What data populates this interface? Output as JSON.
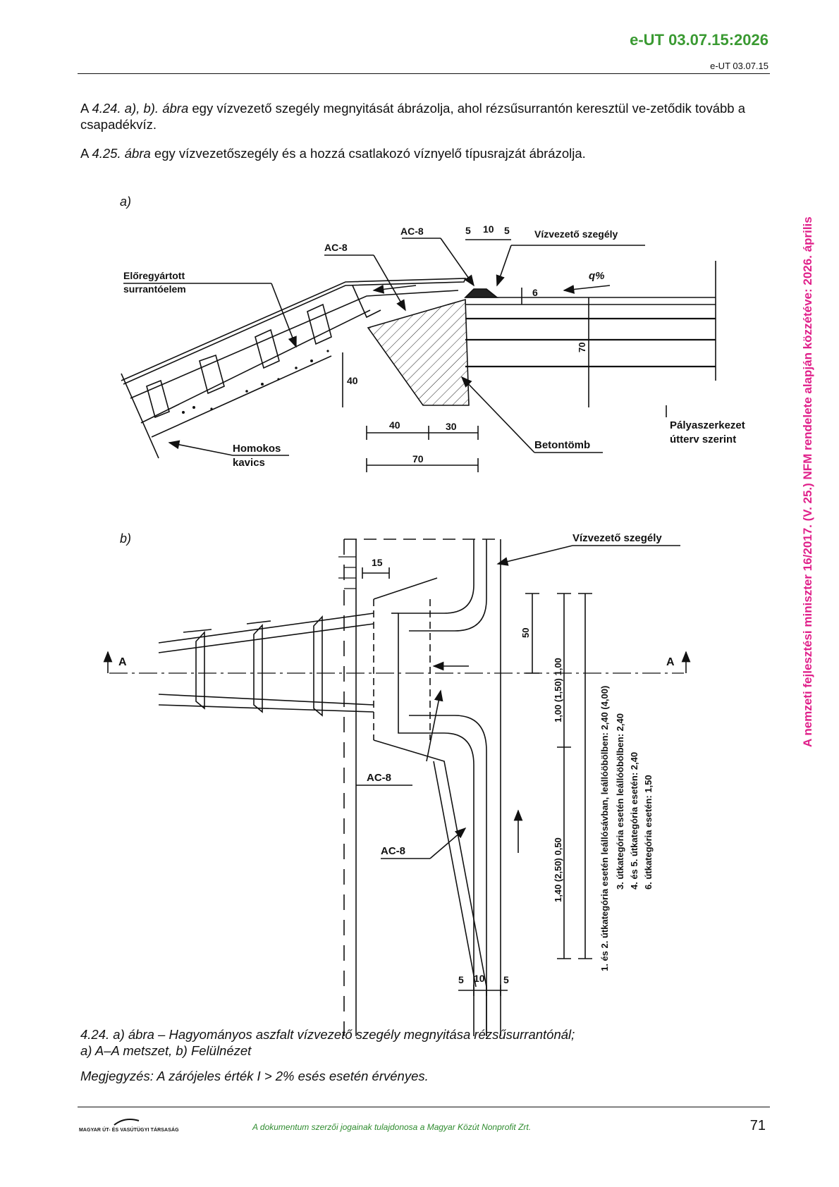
{
  "header": {
    "doc_code": "e-UT 03.07.15:2026",
    "doc_sub": "e-UT 03.07.15"
  },
  "side_note": "A nemzeti fejlesztési miniszter 16/2017. (V. 25.) NFM rendelete alapján közzétéve: 2026. április",
  "intro": {
    "p1_a": "A ",
    "p1_ref": "4.24. a), b). ábra",
    "p1_b": " egy vízvezető szegély megnyitását ábrázolja, ahol rézsűsurrantón keresztül ve-zetődik tovább a csapadékvíz.",
    "p2_a": "A ",
    "p2_ref": "4.25. ábra",
    "p2_b": " egy vízvezetőszegély és a hozzá csatlakozó víznyelő típusrajzát ábrázolja."
  },
  "figure_a": {
    "label": "a)",
    "ac8_top": "AC-8",
    "ac8_left": "AC-8",
    "dim_5a": "5",
    "dim_10": "10",
    "dim_5b": "5",
    "vizvezeto": "Vízvezető szegély",
    "q_percent": "q%",
    "dim_6": "6",
    "eloregyartott_1": "Előregyártott",
    "eloregyartott_2": "surrantóelem",
    "dim_70v": "70",
    "dim_40v": "40",
    "dim_40h": "40",
    "dim_30h": "30",
    "dim_70h": "70",
    "homokos_1": "Homokos",
    "homokos_2": "kavics",
    "betontomb": "Betontömb",
    "palya_1": "Pályaszerkezet",
    "palya_2": "útterv szerint"
  },
  "figure_b": {
    "label": "b)",
    "vizvezeto": "Vízvezető szegély",
    "dim_15": "15",
    "dim_50": "50",
    "section_left": "A",
    "section_right": "A",
    "ac8_a": "AC-8",
    "ac8_b": "AC-8",
    "dim_mid": "1,00 (1,50) 1,00",
    "dim_low": "1,40 (2,50) 0,50",
    "note_1": "1. és 2. útkategória esetén leállósávban, leállóöbölben: 2,40 (4,00)",
    "note_2": "3. útkategória esetén leállóöbölben: 2,40",
    "note_3": "4. és 5. útkategória esetén: 2,40",
    "note_4": "6. útkategória esetén: 1,50",
    "dim_5a": "5",
    "dim_10": "10",
    "dim_5b": "5"
  },
  "caption": {
    "line1": "4.24. a) ábra – Hagyományos aszfalt vízvezető szegély megnyitása rézsűsurrantónál;",
    "line2": "a) A–A metszet, b) Felülnézet"
  },
  "note": "Megjegyzés: A zárójeles érték I > 2% esés esetén érvényes.",
  "footer": {
    "logo_text": "MAGYAR ÚT- ÉS VASÚTÜGYI TÁRSASÁG",
    "copyright": "A dokumentum szerzői jogainak tulajdonosa a Magyar Közút Nonprofit Zrt.",
    "page_number": "71"
  }
}
